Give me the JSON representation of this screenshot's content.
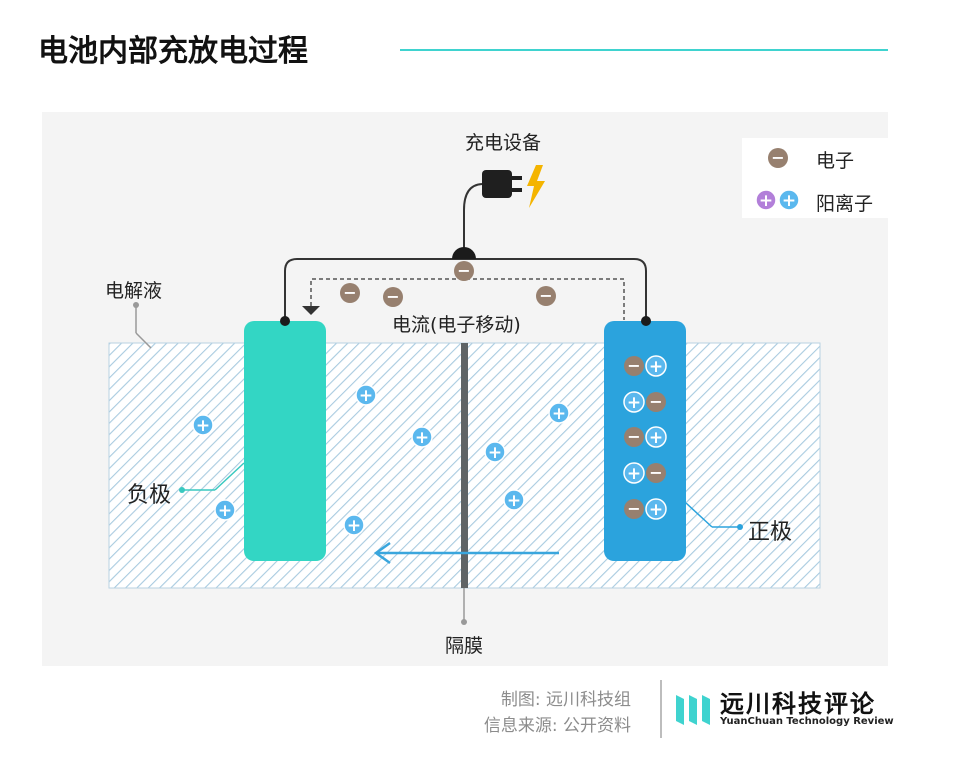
{
  "title": "电池内部充放电过程",
  "labels": {
    "charger": "充电设备",
    "electrolyte": "电解液",
    "current": "电流(电子移动)",
    "separator": "隔膜",
    "negative": "负极",
    "positive": "正极"
  },
  "legend": {
    "electron": "电子",
    "cation": "阳离子"
  },
  "symbols": {
    "minus": "−",
    "plus": "+"
  },
  "footer": {
    "credit_line1": "制图: 远川科技组",
    "credit_line2": "信息来源: 公开资料",
    "brand": "远川科技评论",
    "brand_en": "YuanChuan Technology Review"
  },
  "colors": {
    "negative_electrode": "#33d6c4",
    "positive_electrode": "#2ba3dd",
    "electron": "#97806f",
    "cation": "#5bb8ee",
    "cation_purple": "#b27fd9",
    "bolt": "#f4b400",
    "accent_line": "#3fd3cf"
  }
}
